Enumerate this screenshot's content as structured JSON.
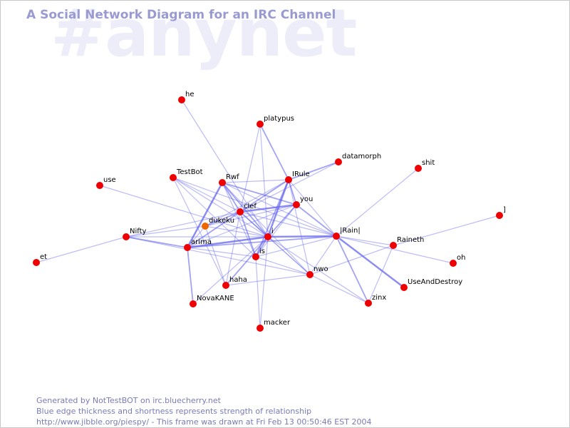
{
  "header": {
    "channel": "#anynet",
    "title": "A Social Network Diagram for an IRC Channel"
  },
  "footer": {
    "line1": "Generated by NotTestBOT on irc.bluecherry.net",
    "line2": "Blue edge thickness and shortness represents strength of relationship",
    "line3": "http://www.jibble.org/piespy/ - This frame was drawn at Fri Feb 13 00:50:46 EST 2004"
  },
  "colors": {
    "node": "#ee0000",
    "highlight_node": "#ee6600",
    "edge": "#6666ee",
    "title": "#9a9ad2",
    "watermark": "#ededfa"
  },
  "nodes": [
    {
      "id": "he",
      "label": "he"
    },
    {
      "id": "platypus",
      "label": "platypus"
    },
    {
      "id": "datamorph",
      "label": "datamorph"
    },
    {
      "id": "shit",
      "label": "shit"
    },
    {
      "id": "TestBot",
      "label": "TestBot"
    },
    {
      "id": "Rwf",
      "label": "Rwf"
    },
    {
      "id": "IRule",
      "label": "IRule"
    },
    {
      "id": "use",
      "label": "use"
    },
    {
      "id": "you",
      "label": "you"
    },
    {
      "id": "clef",
      "label": "clef"
    },
    {
      "id": "rbracket",
      "label": "]"
    },
    {
      "id": "dukeku",
      "label": "dukeku",
      "highlight": true
    },
    {
      "id": "Nifty",
      "label": "Nifty"
    },
    {
      "id": "i",
      "label": "i"
    },
    {
      "id": "Rain",
      "label": "|Rain|"
    },
    {
      "id": "Raineth",
      "label": "Raineth"
    },
    {
      "id": "arima",
      "label": "arima"
    },
    {
      "id": "is",
      "label": "is"
    },
    {
      "id": "et",
      "label": "et"
    },
    {
      "id": "oh",
      "label": "oh"
    },
    {
      "id": "nwo",
      "label": "nwo"
    },
    {
      "id": "haha",
      "label": "haha"
    },
    {
      "id": "UseAndDestroy",
      "label": "UseAndDestroy"
    },
    {
      "id": "NovaKANE",
      "label": "NovaKANE"
    },
    {
      "id": "zinx",
      "label": "zinx"
    },
    {
      "id": "macker",
      "label": "macker"
    }
  ],
  "edges": [
    {
      "from": "he",
      "to": "i",
      "weight": 1
    },
    {
      "from": "platypus",
      "to": "clef",
      "weight": 1
    },
    {
      "from": "platypus",
      "to": "i",
      "weight": 1
    },
    {
      "from": "platypus",
      "to": "IRule",
      "weight": 2
    },
    {
      "from": "datamorph",
      "to": "IRule",
      "weight": 2
    },
    {
      "from": "datamorph",
      "to": "clef",
      "weight": 1
    },
    {
      "from": "shit",
      "to": "Rain",
      "weight": 1
    },
    {
      "from": "use",
      "to": "i",
      "weight": 1
    },
    {
      "from": "TestBot",
      "to": "clef",
      "weight": 1
    },
    {
      "from": "TestBot",
      "to": "i",
      "weight": 1
    },
    {
      "from": "TestBot",
      "to": "Rain",
      "weight": 1
    },
    {
      "from": "TestBot",
      "to": "is",
      "weight": 1
    },
    {
      "from": "TestBot",
      "to": "haha",
      "weight": 1
    },
    {
      "from": "Rwf",
      "to": "clef",
      "weight": 2
    },
    {
      "from": "Rwf",
      "to": "IRule",
      "weight": 1
    },
    {
      "from": "Rwf",
      "to": "you",
      "weight": 2
    },
    {
      "from": "Rwf",
      "to": "arima",
      "weight": 3
    },
    {
      "from": "Rwf",
      "to": "i",
      "weight": 2
    },
    {
      "from": "Rwf",
      "to": "is",
      "weight": 1
    },
    {
      "from": "Rwf",
      "to": "Rain",
      "weight": 1
    },
    {
      "from": "Rwf",
      "to": "nwo",
      "weight": 1
    },
    {
      "from": "IRule",
      "to": "clef",
      "weight": 2
    },
    {
      "from": "IRule",
      "to": "you",
      "weight": 2
    },
    {
      "from": "IRule",
      "to": "i",
      "weight": 3
    },
    {
      "from": "IRule",
      "to": "is",
      "weight": 2
    },
    {
      "from": "IRule",
      "to": "nwo",
      "weight": 1
    },
    {
      "from": "IRule",
      "to": "Rain",
      "weight": 1
    },
    {
      "from": "IRule",
      "to": "dukeku",
      "weight": 1
    },
    {
      "from": "you",
      "to": "clef",
      "weight": 3
    },
    {
      "from": "you",
      "to": "i",
      "weight": 2
    },
    {
      "from": "you",
      "to": "Rain",
      "weight": 2
    },
    {
      "from": "you",
      "to": "arima",
      "weight": 1
    },
    {
      "from": "you",
      "to": "dukeku",
      "weight": 1
    },
    {
      "from": "you",
      "to": "is",
      "weight": 1
    },
    {
      "from": "clef",
      "to": "dukeku",
      "weight": 2
    },
    {
      "from": "clef",
      "to": "Nifty",
      "weight": 1
    },
    {
      "from": "clef",
      "to": "i",
      "weight": 2
    },
    {
      "from": "clef",
      "to": "arima",
      "weight": 2
    },
    {
      "from": "clef",
      "to": "is",
      "weight": 2
    },
    {
      "from": "clef",
      "to": "Rain",
      "weight": 1
    },
    {
      "from": "clef",
      "to": "haha",
      "weight": 1
    },
    {
      "from": "clef",
      "to": "nwo",
      "weight": 1
    },
    {
      "from": "dukeku",
      "to": "i",
      "weight": 1
    },
    {
      "from": "dukeku",
      "to": "arima",
      "weight": 1
    },
    {
      "from": "dukeku",
      "to": "Nifty",
      "weight": 1
    },
    {
      "from": "dukeku",
      "to": "haha",
      "weight": 1
    },
    {
      "from": "Nifty",
      "to": "arima",
      "weight": 2
    },
    {
      "from": "Nifty",
      "to": "i",
      "weight": 1
    },
    {
      "from": "Nifty",
      "to": "nwo",
      "weight": 1
    },
    {
      "from": "et",
      "to": "Nifty",
      "weight": 1
    },
    {
      "from": "arima",
      "to": "i",
      "weight": 3
    },
    {
      "from": "arima",
      "to": "Rain",
      "weight": 2
    },
    {
      "from": "arima",
      "to": "NovaKANE",
      "weight": 2
    },
    {
      "from": "arima",
      "to": "is",
      "weight": 1
    },
    {
      "from": "i",
      "to": "Rain",
      "weight": 3
    },
    {
      "from": "i",
      "to": "is",
      "weight": 2
    },
    {
      "from": "i",
      "to": "haha",
      "weight": 2
    },
    {
      "from": "i",
      "to": "NovaKANE",
      "weight": 1
    },
    {
      "from": "i",
      "to": "nwo",
      "weight": 1
    },
    {
      "from": "i",
      "to": "macker",
      "weight": 1
    },
    {
      "from": "i",
      "to": "zinx",
      "weight": 1
    },
    {
      "from": "Rain",
      "to": "UseAndDestroy",
      "weight": 3
    },
    {
      "from": "Rain",
      "to": "zinx",
      "weight": 2
    },
    {
      "from": "Rain",
      "to": "Raineth",
      "weight": 1
    },
    {
      "from": "Rain",
      "to": "nwo",
      "weight": 1
    },
    {
      "from": "Rain",
      "to": "is",
      "weight": 1
    },
    {
      "from": "Rain",
      "to": "oh",
      "weight": 1
    },
    {
      "from": "rbracket",
      "to": "Raineth",
      "weight": 1
    },
    {
      "from": "Raineth",
      "to": "nwo",
      "weight": 1
    },
    {
      "from": "Raineth",
      "to": "zinx",
      "weight": 1
    },
    {
      "from": "is",
      "to": "nwo",
      "weight": 1
    },
    {
      "from": "is",
      "to": "macker",
      "weight": 1
    },
    {
      "from": "nwo",
      "to": "haha",
      "weight": 1
    },
    {
      "from": "nwo",
      "to": "zinx",
      "weight": 1
    }
  ]
}
